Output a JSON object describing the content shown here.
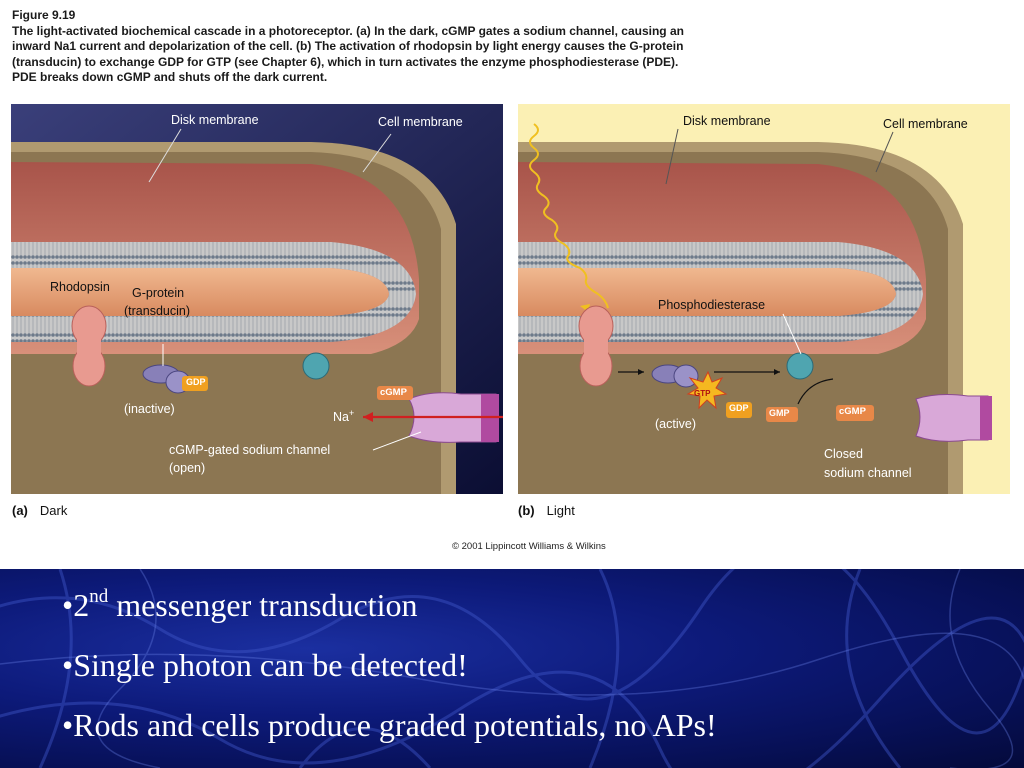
{
  "caption": {
    "figure": "Figure 9.19",
    "line1": "The light-activated biochemical cascade in a photoreceptor. (a) In the dark, cGMP gates a sodium channel, causing an",
    "line2": "inward Na1 current and depolarization of the cell. (b) The activation of rhodopsin by light energy causes the G-protein",
    "line3": "(transducin) to exchange GDP for GTP (see Chapter 6), which in turn activates the enzyme phosphodiesterase (PDE).",
    "line4": "PDE breaks down cGMP and shuts off the dark current."
  },
  "panel_a": {
    "tag": "(a)",
    "name": "Dark",
    "disk_membrane": "Disk membrane",
    "cell_membrane": "Cell membrane",
    "rhodopsin": "Rhodopsin",
    "g_protein_1": "G-protein",
    "g_protein_2": "(transducin)",
    "gdp": "GDP",
    "inactive": "(inactive)",
    "cgmp": "cGMP",
    "na": "Na",
    "na_sup": "+",
    "channel_1": "cGMP-gated sodium channel",
    "channel_2": "(open)"
  },
  "panel_b": {
    "tag": "(b)",
    "name": "Light",
    "disk_membrane": "Disk membrane",
    "cell_membrane": "Cell membrane",
    "pde": "Phosphodiesterase",
    "gtp": "GTP",
    "gdp": "GDP",
    "gmp": "GMP",
    "cgmp": "cGMP",
    "active": "(active)",
    "closed_1": "Closed",
    "closed_2": "sodium channel"
  },
  "copyright": "© 2001 Lippincott Williams & Wilkins",
  "bullets": {
    "b1_pre": "•2",
    "b1_sup": "nd",
    "b1_post": " messenger transduction",
    "b2": "•Single photon can be detected!",
    "b3": "•Rods and cells produce graded potentials, no APs!"
  },
  "colors": {
    "dark_bg": "#1c2158",
    "light_bg": "#fbf0b4",
    "cytoplasm": "#8a7550",
    "disk": "#c07060",
    "channel": "#d9a8d8",
    "gdp_badge": "#f0a020"
  }
}
